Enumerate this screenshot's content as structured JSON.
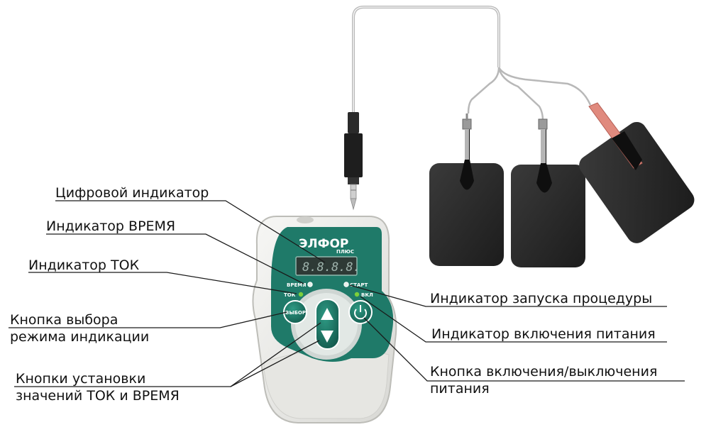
{
  "device": {
    "brand": "ЭЛФОР",
    "brand_sub": "ПЛЮС",
    "display_text": "8.8.8.8.",
    "label_time": "ВРЕМЯ",
    "label_current": "ТОК",
    "label_select": "ВЫБОР",
    "label_start": "СТАРТ",
    "label_on": "ВКЛ"
  },
  "callouts": {
    "digital_indicator": "Цифровой индикатор",
    "time_indicator": "Индикатор ВРЕМЯ",
    "current_indicator": "Индикатор  ТОК",
    "mode_button_line1": "Кнопка выбора",
    "mode_button_line2": "режима индикации",
    "set_buttons_line1": "Кнопки установки",
    "set_buttons_line2": "значений ТОК и ВРЕМЯ",
    "start_indicator": "Индикатор запуска процедуры",
    "power_indicator": "Индикатор включения питания",
    "power_button_line1": "Кнопка  включения/выключения",
    "power_button_line2": "питания"
  },
  "colors": {
    "panel_green": "#1f7a69",
    "body_light": "#ececea",
    "led_green": "#7ccf3a",
    "electrode": "#2a2a2a",
    "pink_connector": "#e08a7e"
  }
}
